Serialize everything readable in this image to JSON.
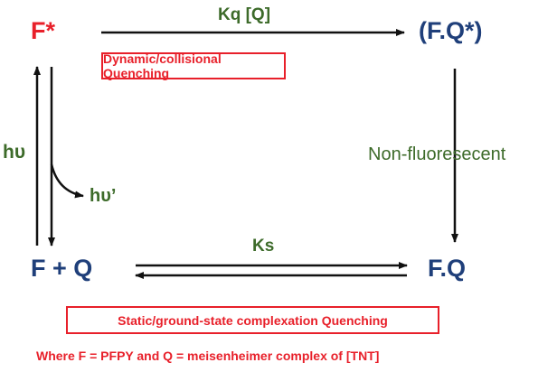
{
  "species": {
    "excited_fluorophore": "F*",
    "excited_complex": "(F.Q*)",
    "ground_pair": "F  +  Q",
    "ground_complex": "F.Q"
  },
  "rates": {
    "dynamic": "Kq [Q]",
    "static": "Ks"
  },
  "labels": {
    "dynamic_quenching": "Dynamic/collisional Quenching",
    "static_quenching": "Static/ground-state complexation Quenching",
    "non_fluorescent": "Non-fluoresecent",
    "excitation": "hυ",
    "emission": "hυ’"
  },
  "footnote": "Where F = PFPY and Q = meisenheimer complex of [TNT]",
  "colors": {
    "red": "#e8202a",
    "blue": "#1f3f7a",
    "green": "#3d6b2a",
    "arrow": "#111111"
  }
}
